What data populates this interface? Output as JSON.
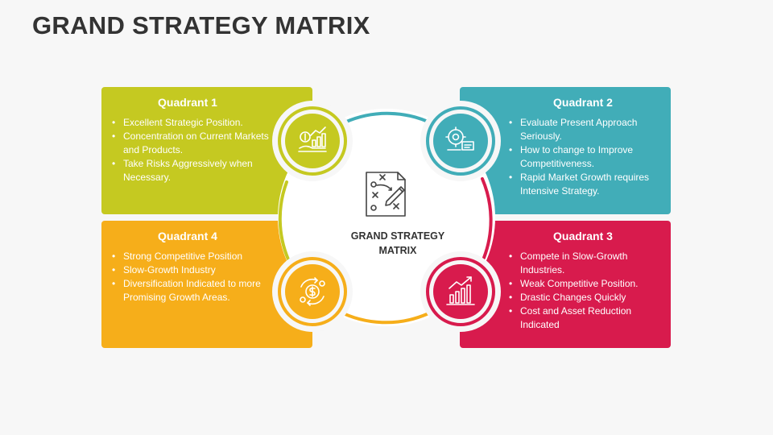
{
  "title": "GRAND STRATEGY MATRIX",
  "center": {
    "line1": "GRAND STRATEGY",
    "line2": "MATRIX",
    "icon": "strategy-plan-icon"
  },
  "colors": {
    "q1": "#c5c921",
    "q2": "#41adb8",
    "q3": "#d81b4d",
    "q4": "#f6ae1a"
  },
  "quadrants": [
    {
      "title": "Quadrant 1",
      "icon": "finance-chart-icon",
      "items": [
        "Excellent Strategic Position.",
        "Concentration on Current Markets and Products.",
        "Take Risks Aggressively when Necessary."
      ]
    },
    {
      "title": "Quadrant 2",
      "icon": "evaluation-gear-icon",
      "items": [
        "Evaluate Present Approach Seriously.",
        "How to change to Improve Competitiveness.",
        "Rapid Market Growth requires Intensive Strategy."
      ]
    },
    {
      "title": "Quadrant 3",
      "icon": "growth-chart-icon",
      "items": [
        "Compete in Slow-Growth Industries.",
        "Weak Competitive Position.",
        "Drastic Changes Quickly",
        "Cost and Asset Reduction Indicated"
      ]
    },
    {
      "title": "Quadrant 4",
      "icon": "money-cycle-icon",
      "items": [
        "Strong Competitive Position",
        "Slow-Growth Industry",
        "Diversification Indicated to more Promising Growth Areas."
      ]
    }
  ]
}
